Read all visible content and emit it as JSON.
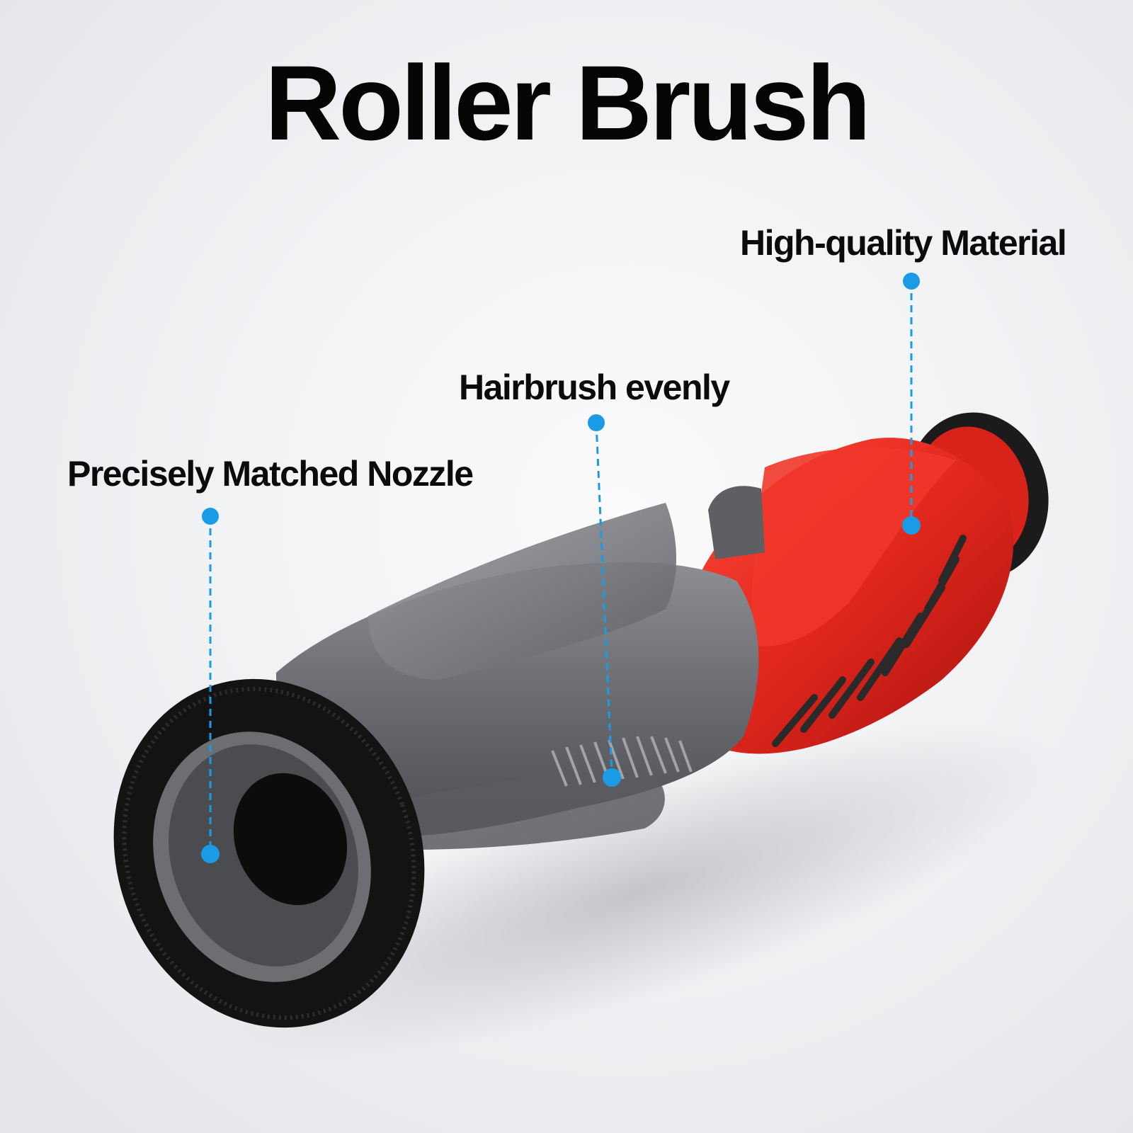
{
  "title": "Roller Brush",
  "callouts": [
    {
      "label": "High-quality Material"
    },
    {
      "label": "Hairbrush evenly"
    },
    {
      "label": "Precisely Matched Nozzle"
    }
  ],
  "colors": {
    "accent": "#1a9be6",
    "brush_red": "#e0261d",
    "body_gray": "#6f7176",
    "bristle_black": "#141414"
  }
}
